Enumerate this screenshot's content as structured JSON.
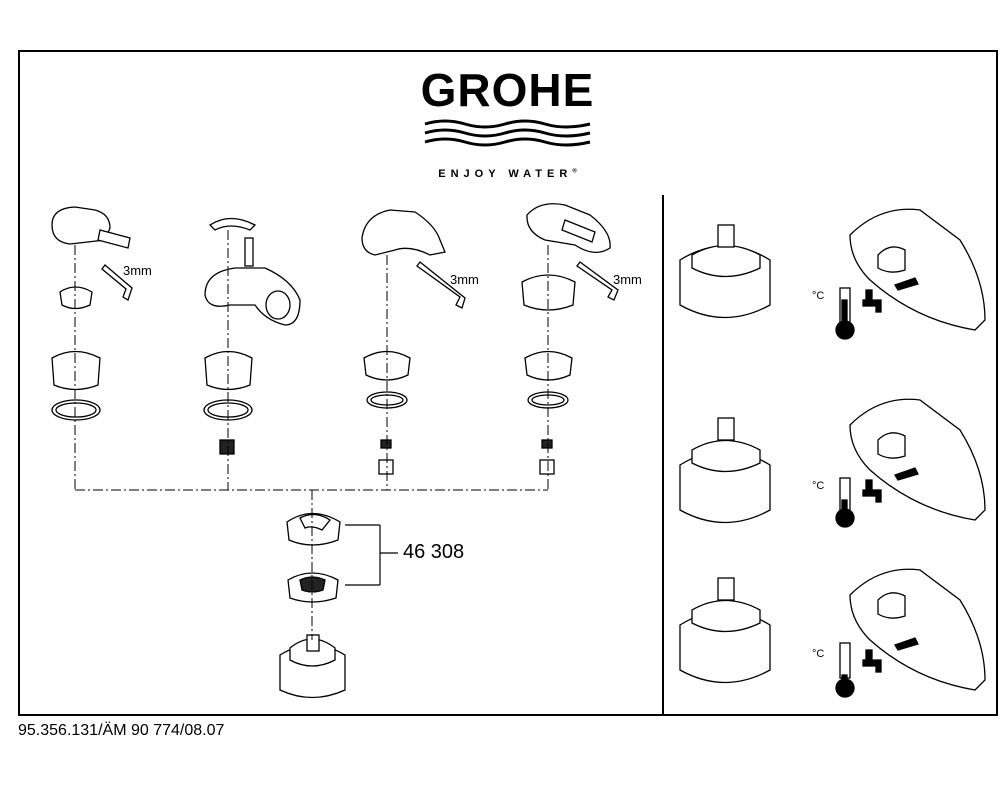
{
  "brand": {
    "name": "GROHE",
    "tagline": "ENJOY WATER",
    "registered": "®"
  },
  "labels": {
    "hex_key_1": "3mm",
    "hex_key_2": "3mm",
    "hex_key_3": "3mm"
  },
  "part_number": "46 308",
  "document_code": "95.356.131/ÄM 90 774/08.07",
  "temperature_steps": [
    {
      "unit": "°C"
    },
    {
      "unit": "°C"
    },
    {
      "unit": "°C"
    }
  ]
}
